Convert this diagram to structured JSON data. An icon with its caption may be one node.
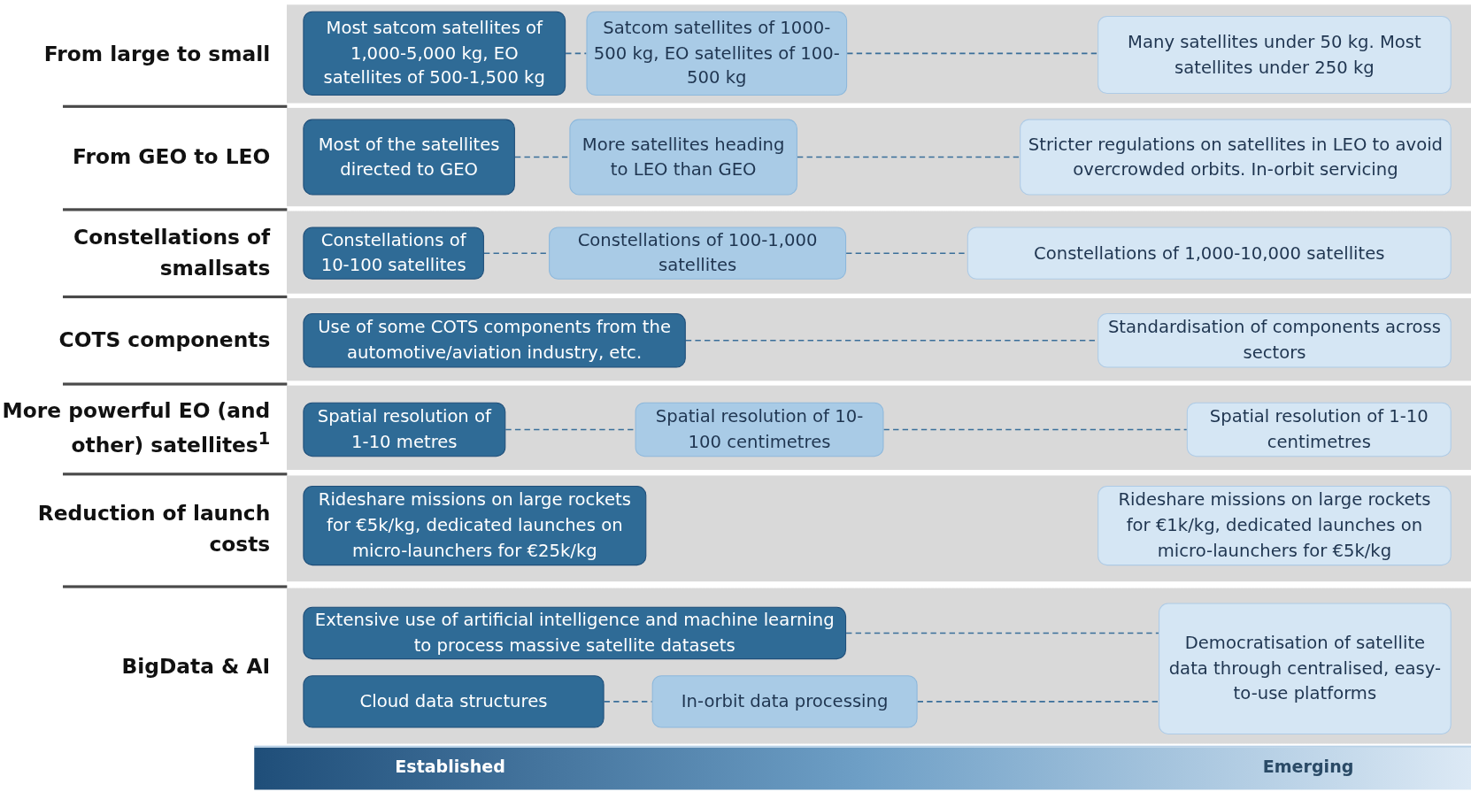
{
  "diagram": {
    "nodes": [
      {
        "text": [
          "From large to small"
        ]
      },
      {
        "text": [
          "Most satcom satellites of 1,000-5,000 kg, EO satellites of 500-1,500 kg"
        ],
        "in": 0
      },
      {
        "text": [
          "Satcom satellites of 1000-500 kg, EO satellites of 100-500 kg"
        ],
        "in": 0
      },
      {
        "text": [
          "Many satellites under 50 kg. Most satellites under 250 kg"
        ],
        "in": 0
      },
      {
        "text": [
          "From GEO to LEO"
        ]
      },
      {
        "text": [
          "Most of the satellites directed to GEO"
        ],
        "in": 4
      },
      {
        "text": [
          "More satellites heading to LEO than GEO"
        ],
        "in": 4
      },
      {
        "text": [
          "Stricter regulations on satellites in LEO to avoid overcrowded orbits. In-orbit servicing"
        ],
        "in": 4
      },
      {
        "text": [
          "Constellations of smallsats"
        ]
      },
      {
        "text": [
          "Constellations of 10-100 satellites"
        ],
        "in": 8
      },
      {
        "text": [
          "Constellations of 100-1,000 satellites"
        ],
        "in": 8
      },
      {
        "text": [
          "Constellations of 1,000-10,000 satellites"
        ],
        "in": 8
      },
      {
        "text": [
          "COTS components"
        ]
      },
      {
        "text": [
          "Use of some COTS components from the automotive/aviation industry, etc."
        ],
        "in": 12
      },
      {
        "text": [
          "Standardisation of components across sectors"
        ],
        "in": 12
      },
      {
        "text": [
          "More powerful EO (and other) satellites$^{1}$"
        ]
      },
      {
        "text": [
          "Spatial resolution of 1-10 metres"
        ],
        "in": 15
      },
      {
        "text": [
          "Spatial resolution of 10-100 centimetres"
        ],
        "in": 15
      },
      {
        "text": [
          "Spatial resolution of 1-10 centimetres"
        ],
        "in": 15
      },
      {
        "text": [
          "Reduction of launch costs"
        ]
      },
      {
        "text": [
          "Rideshare missions on large rockets for €5k/kg, dedicated launches on micro-launchers for €25k/kg"
        ],
        "in": 19
      },
      {
        "text": [
          "Rideshare missions on large rockets for €1k/kg, dedicated launches on micro-launchers for €5k/kg"
        ],
        "in": 19
      },
      {
        "text": [
          "BigData & AI"
        ]
      },
      {
        "text": [
          "Extensive use of artificial intelligence and machine learning to process massive satellite datasets"
        ],
        "in": 22
      },
      {
        "text": [
          "Cloud data structures"
        ],
        "in": 22
      },
      {
        "text": [
          "In-orbit data processing"
        ],
        "in": 22
      },
      {
        "text": [
          "Democratisation of satellite data through centralised, easy-to-use platforms"
        ],
        "in": 22
      }
    ],
    "edges": [
      {
        "from": 1,
        "to": 2,
        "arrow": "none",
        "style": "dashed"
      },
      {
        "from": 2,
        "to": 3,
        "arrow": "none",
        "style": "dashed"
      },
      {
        "from": 5,
        "to": 6,
        "arrow": "none",
        "style": "dashed"
      },
      {
        "from": 6,
        "to": 7,
        "arrow": "none",
        "style": "dashed"
      },
      {
        "from": 9,
        "to": 10,
        "arrow": "none",
        "style": "dashed"
      },
      {
        "from": 10,
        "to": 11,
        "arrow": "none",
        "style": "dashed"
      },
      {
        "from": 13,
        "to": 14,
        "arrow": "none",
        "style": "dashed"
      },
      {
        "from": 16,
        "to": 17,
        "arrow": "none",
        "style": "dashed"
      },
      {
        "from": 17,
        "to": 18,
        "arrow": "none",
        "style": "dashed"
      },
      {
        "from": 23,
        "to": 26,
        "arrow": "none",
        "style": "dashed"
      },
      {
        "from": 24,
        "to": 25,
        "arrow": "none",
        "style": "dashed"
      },
      {
        "from": 25,
        "to": 26,
        "arrow": "none",
        "style": "dashed"
      }
    ],
    "labels": [
      "Established",
      "Emerging"
    ]
  }
}
